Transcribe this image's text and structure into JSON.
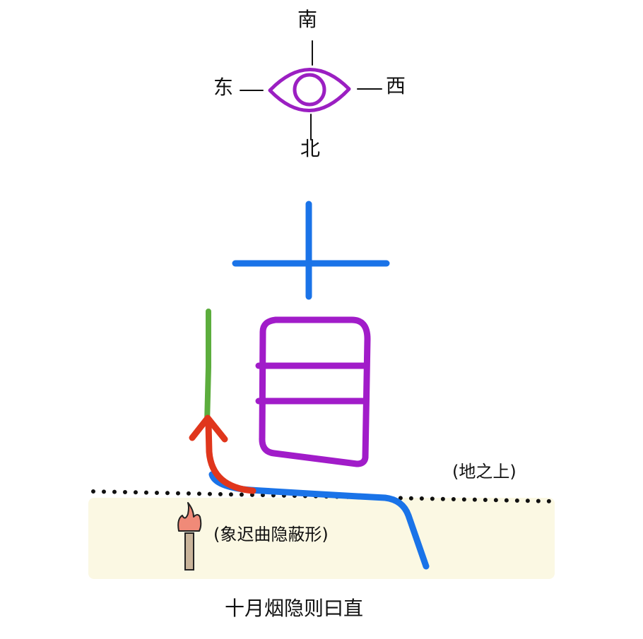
{
  "compass": {
    "south": "南",
    "east": "东",
    "west": "西",
    "north": "北"
  },
  "labels": {
    "above_ground": "(地之上)",
    "underground": "(象迟曲隐蔽形)",
    "caption": "十月烟隐则曰直"
  },
  "colors": {
    "eye": "#9b1fc2",
    "cross": "#1a73e8",
    "frame": "#a11cc9",
    "green_line": "#5cad3d",
    "red_arrow": "#e0361c",
    "blue_path": "#1a73e8",
    "ground_fill": "#fbf8e3",
    "dots": "#111111",
    "torch_stick": "#c9b49a",
    "torch_flame": "#f08a78"
  }
}
